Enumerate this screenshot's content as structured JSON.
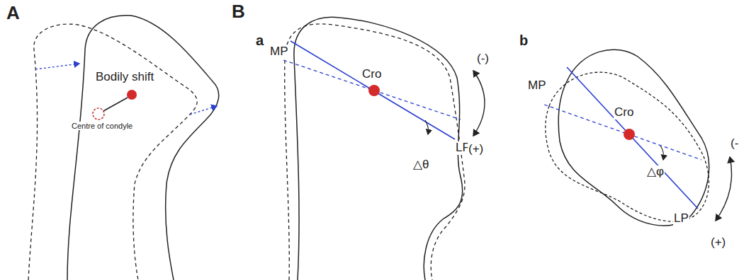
{
  "diagram": {
    "labels": [
      "A",
      "Bodily shift",
      "Centre of condyle",
      "B",
      "a",
      "MP",
      "Cro",
      "(-)",
      "LP",
      "△θ",
      "(+)",
      "b",
      "MP",
      "Cro",
      "(-",
      "△φ",
      "LP",
      "(+)"
    ]
  }
}
